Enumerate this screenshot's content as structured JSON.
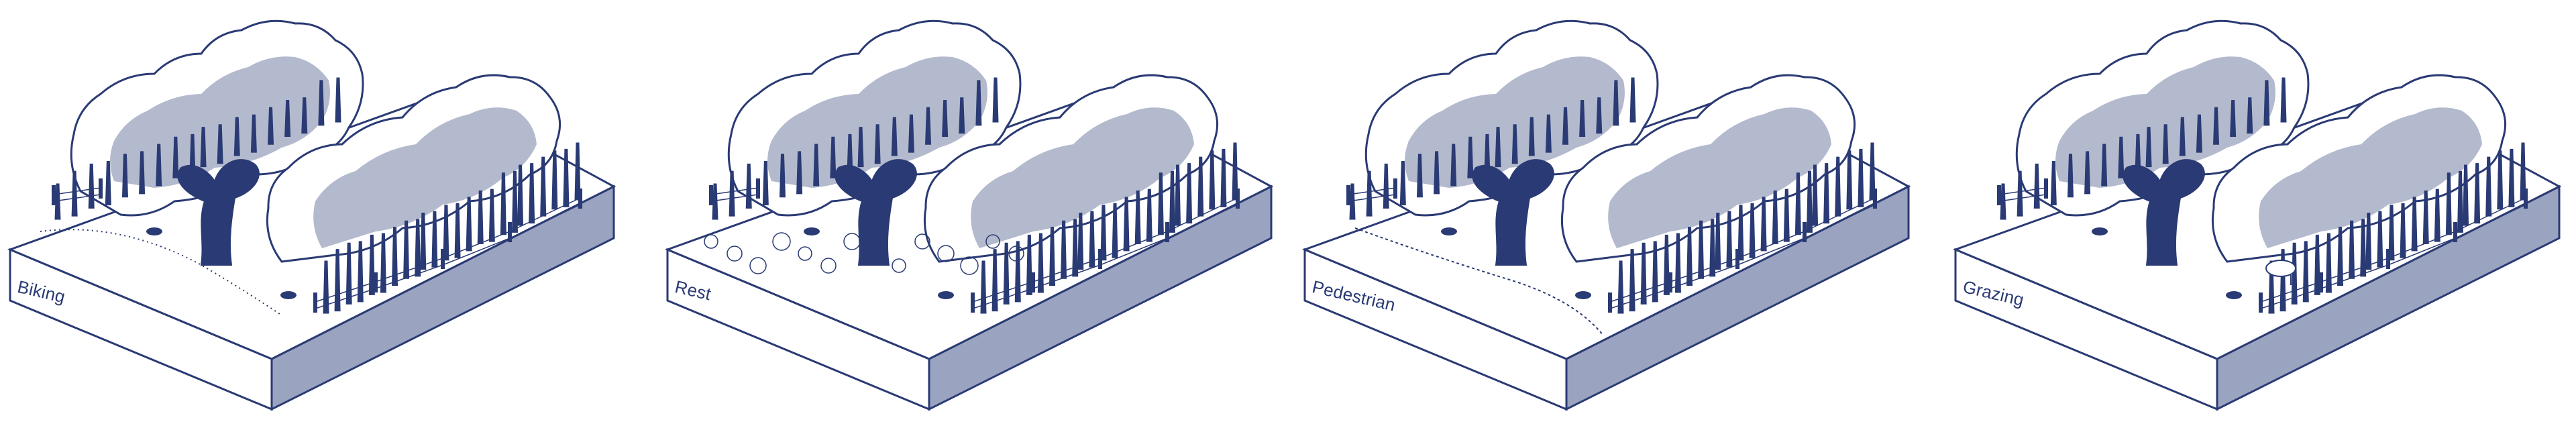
{
  "colors": {
    "ink": "#2a3a74",
    "canopy_fill": "#b4bacd",
    "side_fill": "#9aa3c0",
    "paper": "#ffffff"
  },
  "scenes": [
    {
      "label": "Biking"
    },
    {
      "label": "Rest"
    },
    {
      "label": "Pedestrian"
    },
    {
      "label": "Grazing"
    }
  ]
}
